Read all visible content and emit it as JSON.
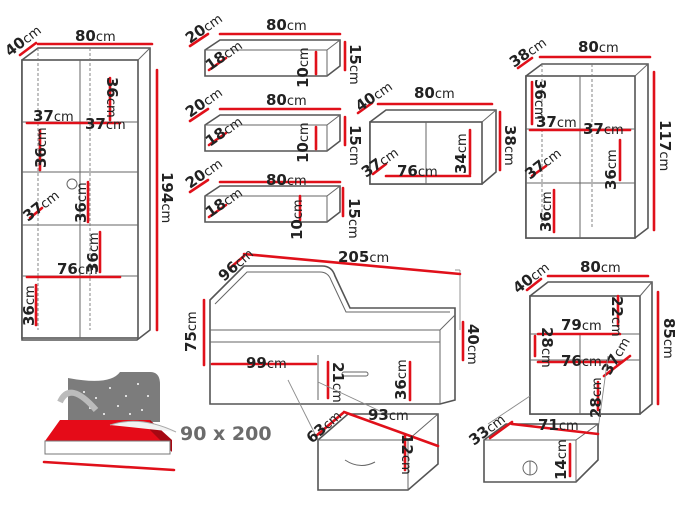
{
  "diagram": {
    "bed_size": "90 x 200",
    "unit": "cm",
    "tall_wardrobe": {
      "depth": "40",
      "width": "80",
      "height": "194",
      "shelf_width_left": "37",
      "shelf_width_right": "37",
      "shelf_height_a": "36",
      "shelf_height_b": "36",
      "shelf_height_c": "36",
      "shelf_height_d": "36",
      "shelf_height_e": "36",
      "depth_inner": "37",
      "width_bottom": "76"
    },
    "shelf_1": {
      "depth": "20",
      "width": "80",
      "height": "15",
      "inner_depth": "18",
      "inner_height": "10"
    },
    "shelf_2": {
      "depth": "20",
      "width": "80",
      "height": "15",
      "inner_depth": "18",
      "inner_height": "10"
    },
    "shelf_3": {
      "depth": "20",
      "width": "80",
      "height": "15",
      "inner_depth": "18",
      "inner_height": "10"
    },
    "low_cabinet": {
      "depth": "40",
      "width": "80",
      "height": "38",
      "inner_depth": "37",
      "inner_width": "76",
      "inner_height": "34"
    },
    "bookcase": {
      "depth": "38",
      "width": "80",
      "height": "117",
      "shelf_height_top": "36",
      "shelf_width_left": "37",
      "shelf_width_right": "37",
      "inner_depth": "37",
      "shelf_height_mid": "36",
      "shelf_height_bottom": "36"
    },
    "bed": {
      "depth": "96",
      "length": "205",
      "height": "75",
      "front_height": "40",
      "drawer_width": "99",
      "drawer_height": "21",
      "drawer_box_height": "36"
    },
    "bed_drawer": {
      "depth": "63",
      "width": "93",
      "height": "12"
    },
    "desk": {
      "depth": "40",
      "width": "80",
      "height": "85",
      "top_inner_width": "79",
      "top_inner_height": "22",
      "side_height": "28",
      "knee_width": "76",
      "knee_depth": "37",
      "leg_height": "28"
    },
    "desk_drawer": {
      "depth": "33",
      "width": "71",
      "height": "14"
    }
  }
}
